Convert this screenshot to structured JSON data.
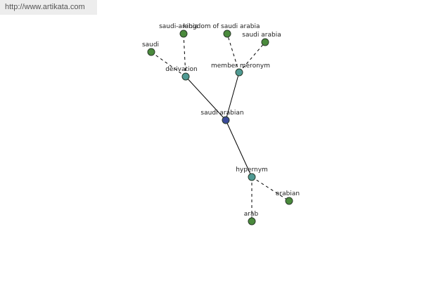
{
  "watermark": "http://www.artikata.com",
  "colors": {
    "center": "#3b4a9a",
    "relation": "#4f9a93",
    "term": "#4a8a3c"
  },
  "nodes": [
    {
      "id": "saudi-arabian",
      "label": "saudi arabian",
      "kind": "center"
    },
    {
      "id": "derivation",
      "label": "derivation",
      "kind": "relation"
    },
    {
      "id": "member-meronym",
      "label": "member meronym",
      "kind": "relation"
    },
    {
      "id": "hypernym",
      "label": "hypernym",
      "kind": "relation"
    },
    {
      "id": "saudi",
      "label": "saudi",
      "kind": "term"
    },
    {
      "id": "saudi-arabia-dash",
      "label": "saudi-arabia",
      "kind": "term"
    },
    {
      "id": "kingdom-of-saudi-arabia",
      "label": "kingdom of saudi arabia",
      "kind": "term"
    },
    {
      "id": "saudi-arabia",
      "label": "saudi arabia",
      "kind": "term"
    },
    {
      "id": "arabian",
      "label": "arabian",
      "kind": "term"
    },
    {
      "id": "arab",
      "label": "arab",
      "kind": "term"
    }
  ],
  "edges": [
    {
      "from": "saudi-arabian",
      "to": "derivation",
      "style": "solid"
    },
    {
      "from": "saudi-arabian",
      "to": "member-meronym",
      "style": "solid"
    },
    {
      "from": "saudi-arabian",
      "to": "hypernym",
      "style": "solid"
    },
    {
      "from": "derivation",
      "to": "saudi",
      "style": "dashed"
    },
    {
      "from": "derivation",
      "to": "saudi-arabia-dash",
      "style": "dashed"
    },
    {
      "from": "member-meronym",
      "to": "kingdom-of-saudi-arabia",
      "style": "dashed"
    },
    {
      "from": "member-meronym",
      "to": "saudi-arabia",
      "style": "dashed"
    },
    {
      "from": "hypernym",
      "to": "arabian",
      "style": "dashed"
    },
    {
      "from": "hypernym",
      "to": "arab",
      "style": "dashed"
    }
  ]
}
